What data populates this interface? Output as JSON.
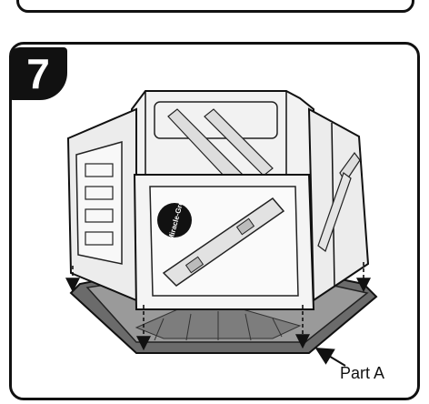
{
  "step": {
    "number": "7"
  },
  "callout": {
    "label": "Part A"
  },
  "brand": {
    "logo_text": "Miracle-Gro"
  }
}
